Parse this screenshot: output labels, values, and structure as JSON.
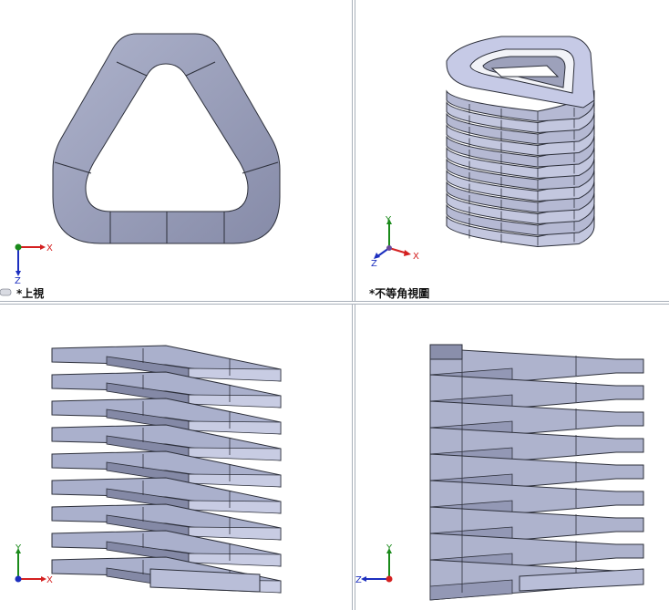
{
  "viewports": {
    "top_left": {
      "label": "*上視",
      "axes": [
        "X",
        "Z"
      ]
    },
    "top_right": {
      "label": "*不等角視圖",
      "axes": [
        "Y",
        "X",
        "Z"
      ]
    },
    "bottom_left": {
      "axes": [
        "Y",
        "X"
      ]
    },
    "bottom_right": {
      "axes": [
        "Y",
        "Z"
      ]
    }
  },
  "colors": {
    "model_face": "#9ea4c2",
    "model_light": "#c9cde6",
    "model_dark": "#5b5f78",
    "edge": "#2c2f3a",
    "axis_x": "#d42020",
    "axis_y": "#1a8a1a",
    "axis_z": "#1c2fbf"
  }
}
